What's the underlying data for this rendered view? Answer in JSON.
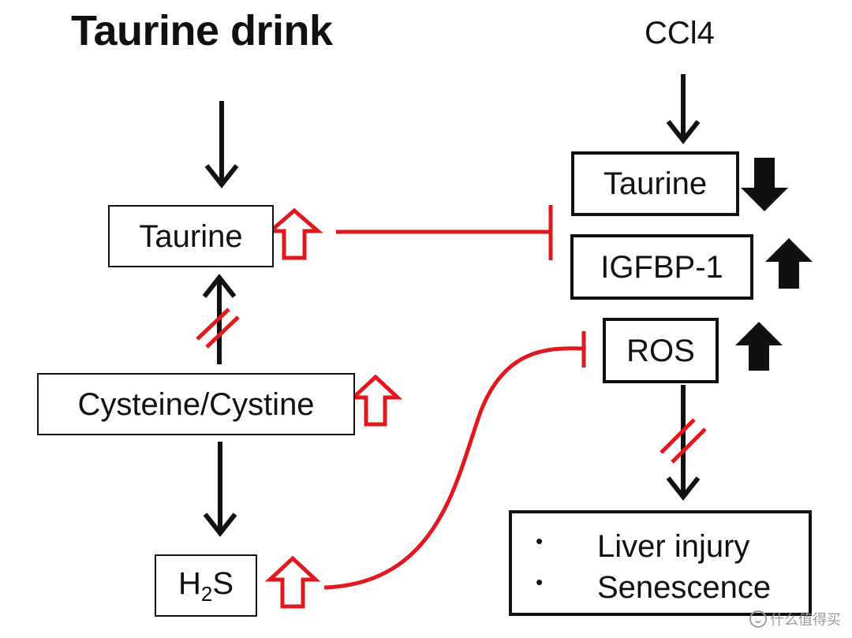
{
  "title": "Taurine drink",
  "ccl4_label": "CCl4",
  "left": {
    "taurine": "Taurine",
    "cysteine": "Cysteine/Cystine",
    "h2s_main": "H",
    "h2s_sub": "2",
    "h2s_tail": "S"
  },
  "right": {
    "taurine": "Taurine",
    "igfbp": "IGFBP-1",
    "ros": "ROS"
  },
  "outcomes": {
    "items": [
      "Liver injury",
      "Senescence"
    ],
    "bullet": "•"
  },
  "watermark": "什么值得买",
  "colors": {
    "arrow_black": "#111111",
    "inhibit_red": "#e0191f"
  }
}
